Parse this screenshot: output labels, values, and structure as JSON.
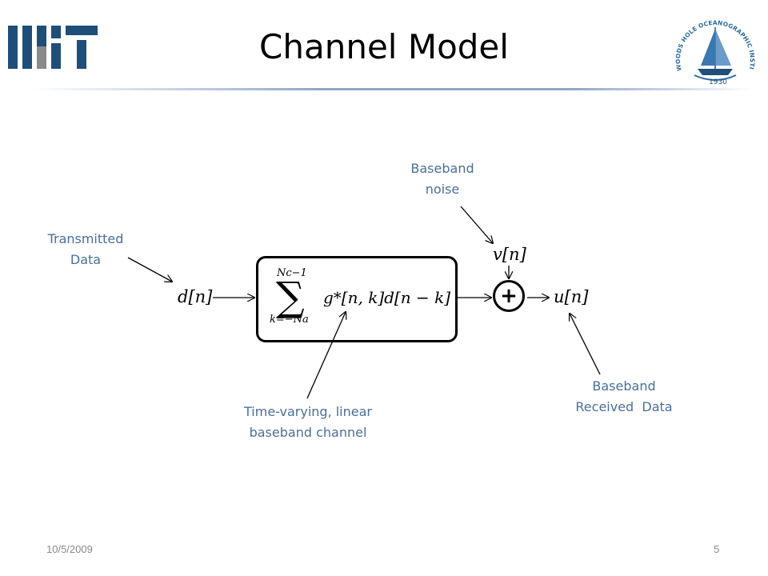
{
  "slide": {
    "title": "Channel Model",
    "date": "10/5/2009",
    "page_number": "5"
  },
  "logos": {
    "left": {
      "icon": "mit-logo",
      "color": "#1f4e79"
    },
    "right": {
      "icon": "whoi-seal",
      "text": "WOODS HOLE OCEANOGRAPHIC INSTITUTION",
      "year": "1930",
      "color": "#2a6aa0"
    }
  },
  "diagram": {
    "annotation_color": "#4a6f9a",
    "labels": {
      "transmitted": [
        "Transmitted",
        "Data"
      ],
      "noise": [
        "Baseband",
        "noise"
      ],
      "received": [
        "Baseband",
        "Received  Data"
      ],
      "channel": [
        "Time-varying, linear",
        "baseband channel"
      ]
    },
    "math": {
      "input": "d[n]",
      "noise": "v[n]",
      "output": "u[n]",
      "sum_upper": "Nc−1",
      "sum_lower": "k=−Na",
      "channel_expr": "g*[n, k]d[n − k]",
      "adder_symbol": "+"
    }
  }
}
